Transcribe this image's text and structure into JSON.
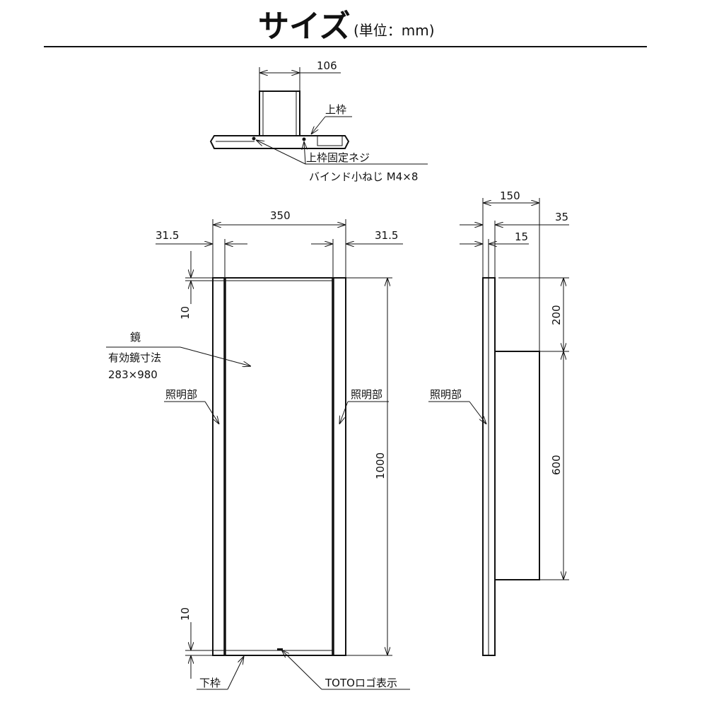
{
  "header": {
    "title": "サイズ",
    "unit": "(単位：mm)"
  },
  "top_view": {
    "width_dim": "106",
    "label_top_frame": "上枠",
    "label_fix_screw": "上枠固定ネジ",
    "label_screw_spec": "バインド小ねじ M4×8"
  },
  "front_view": {
    "width_dim": "350",
    "left_strip_dim": "31.5",
    "right_strip_dim": "31.5",
    "top_margin_dim": "10",
    "bottom_margin_dim": "10",
    "height_dim": "1000",
    "mirror_label": "鏡",
    "mirror_effective_label": "有効鏡寸法",
    "mirror_effective_size": "283×980",
    "lighting_left": "照明部",
    "lighting_right": "照明部",
    "bottom_frame_label": "下枠",
    "logo_label": "TOTOロゴ表示"
  },
  "side_view": {
    "depth_dim": "150",
    "panel_dim": "35",
    "mirror_dim": "15",
    "top_offset_dim": "200",
    "box_height_dim": "600",
    "lighting_label": "照明部"
  }
}
